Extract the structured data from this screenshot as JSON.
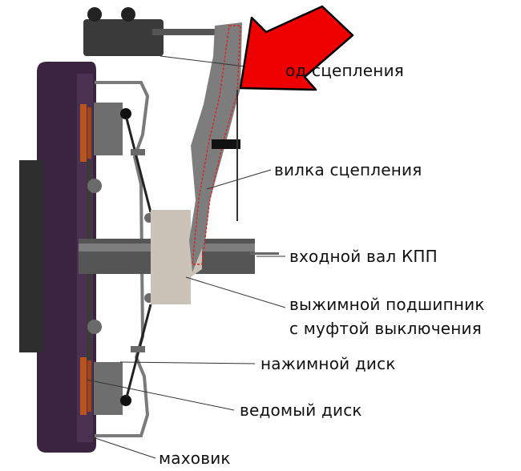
{
  "labels": {
    "drive": "од сцепления",
    "fork": "вилка сцепления",
    "shaft": "входной вал КПП",
    "bearing_line1": "выжимной подшипник",
    "bearing_line2": "с муфтой выключения",
    "pressure_disc": "нажимной диск",
    "driven_disc": "ведомый диск",
    "flywheel": "маховик"
  },
  "colors": {
    "flywheel": "#3b2440",
    "metal_gray": "#7a7a7a",
    "bearing": "#cbc3b8",
    "friction": "#b8541e",
    "arrow": "#ee0000",
    "dark": "#222222"
  }
}
